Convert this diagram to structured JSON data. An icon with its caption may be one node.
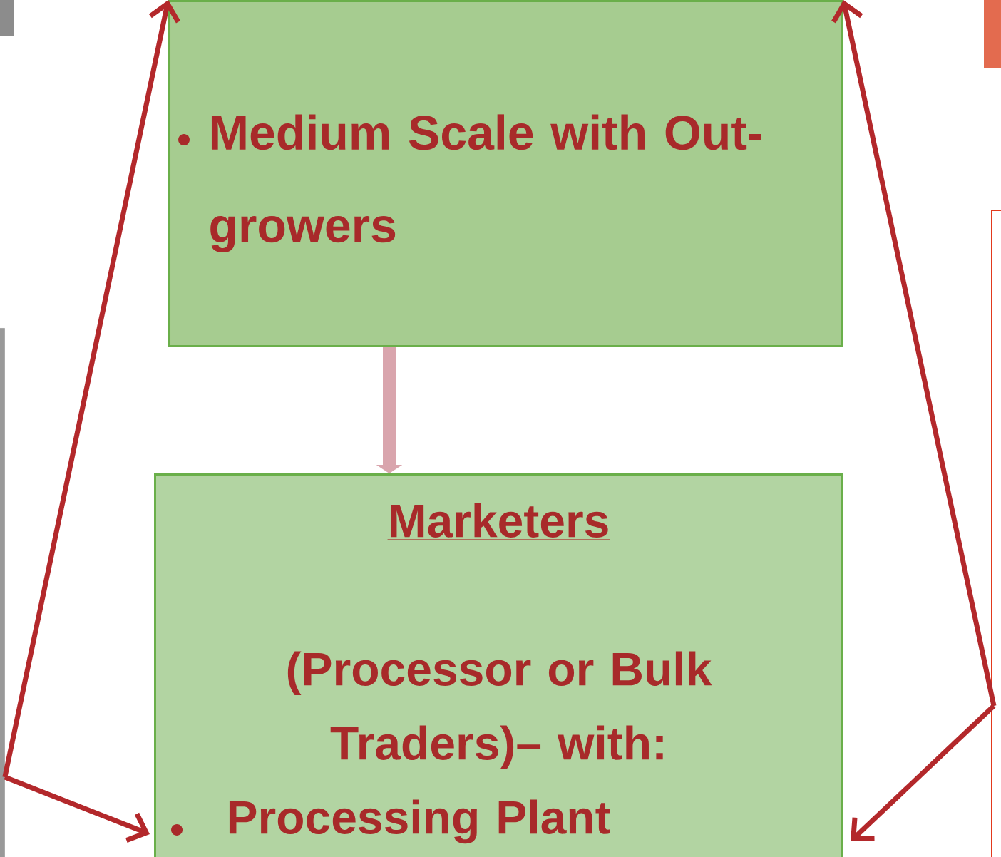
{
  "diagram": {
    "nodes": [
      {
        "text": [
          "Medium Scale with Out-growers"
        ]
      },
      {
        "text": [
          "Marketers",
          "(Processor or Bulk Traders)– with:",
          "Processing Plant"
        ]
      },
      {
        "text": [],
        "shape": "box"
      },
      {
        "text": [],
        "shape": "box"
      }
    ],
    "edges": [
      {
        "from": 0,
        "to": 1,
        "arrow": "to",
        "style": "thick",
        "color": "#d9a5ad"
      },
      {
        "from": 2,
        "to": 0,
        "arrow": "to"
      },
      {
        "from": 2,
        "to": 1,
        "arrow": "to"
      },
      {
        "from": 3,
        "to": 0,
        "arrow": "to"
      },
      {
        "from": 3,
        "to": 1,
        "arrow": "to"
      }
    ]
  }
}
